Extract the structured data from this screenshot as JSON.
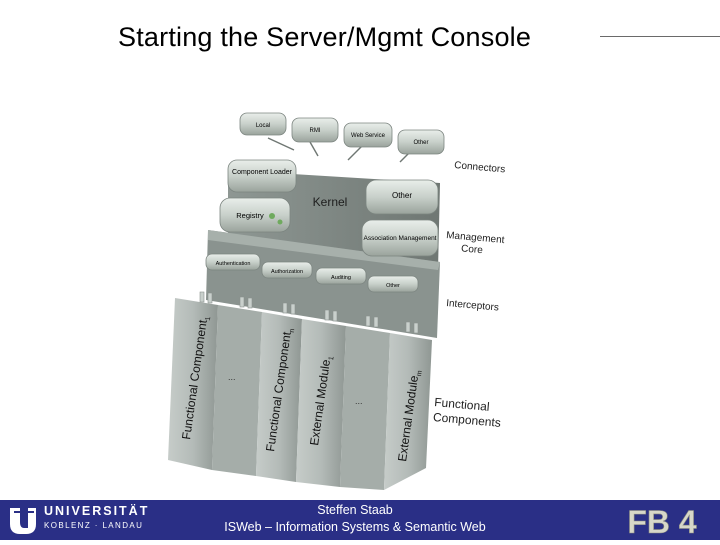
{
  "slide": {
    "title": "Starting the Server/Mgmt Console"
  },
  "diagram": {
    "connector_boxes": [
      "Local",
      "RMI",
      "Web Service",
      "Other"
    ],
    "core_boxes": {
      "component_loader": "Component Loader",
      "registry": "Registry",
      "kernel": "Kernel",
      "other": "Other",
      "association_management": "Association Management"
    },
    "interceptor_boxes": [
      "Authentication",
      "Authorization",
      "Auditing",
      "Other"
    ],
    "columns": [
      "Functional Component",
      "Functional Component",
      "External Module",
      "External Module"
    ],
    "column_subscripts": [
      "1",
      "n",
      "1",
      "m"
    ],
    "ellipsis": "...",
    "side_labels": {
      "connectors": "Connectors",
      "management_core_line1": "Management",
      "management_core_line2": "Core",
      "interceptors": "Interceptors",
      "functional_components_line1": "Functional",
      "functional_components_line2": "Components"
    }
  },
  "footer": {
    "university_name": "UNIVERSITÄT",
    "university_sub": "KOBLENZ · LANDAU",
    "author": "Steffen Staab",
    "affiliation": "ISWeb – Information Systems & Semantic Web",
    "fb_logo_text": "FB 4"
  }
}
